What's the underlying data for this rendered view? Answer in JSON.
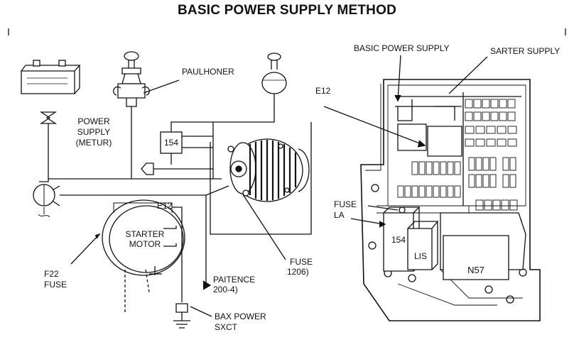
{
  "title": "BASIC POWER SUPPLY METHOD",
  "labels": {
    "paulhoner": "PAULHONER",
    "power_supply_1": "POWER",
    "power_supply_2": "SUPPLY",
    "power_supply_3": "(METUR)",
    "box_154_left": "154",
    "e12_left": "E12",
    "starter_motor_1": "STARTER",
    "starter_motor_2": "MOTOR",
    "f22_fuse_1": "F22",
    "f22_fuse_2": "FUSE",
    "paitence_1": "PAITENCE",
    "paitence_2": "200-4)",
    "bax_power_1": "BAX POWER",
    "bax_power_2": "SXCT",
    "fuse_1206_1": "FUSE",
    "fuse_1206_2": "1206)",
    "basic_power_supply": "BASIC POWER SUPPLY",
    "sarter_supply": "SARTER SUPPLY",
    "e12_right": "E12",
    "fuse_la_1": "FUSE",
    "fuse_la_2": "LA",
    "box_154_right": "154",
    "lis": "LIS",
    "n57": "N57"
  },
  "colors": {
    "ink": "#111111",
    "paper": "#ffffff"
  }
}
